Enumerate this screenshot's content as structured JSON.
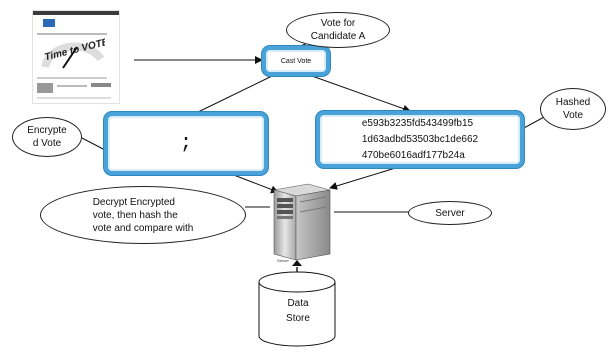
{
  "nodes": {
    "cast_vote": "Cast Vote",
    "encrypted_box_text": ";",
    "hashed_box_text": "e593b3235fd543499fb15\n1d63adbd53503bc1de662\n470be6016adf177b24a",
    "server_label": "Server",
    "data_store_label": "Data\nStore"
  },
  "callouts": {
    "vote_for": "Vote for\nCandidate A",
    "encrypted_vote": "Encrypte\nd Vote",
    "hashed_vote": "Hashed\nVote",
    "decrypt": "Decrypt Encrypted\nvote, then hash the\nvote and compare with"
  },
  "screenshot": {
    "headline": "Time to VOTE!"
  }
}
